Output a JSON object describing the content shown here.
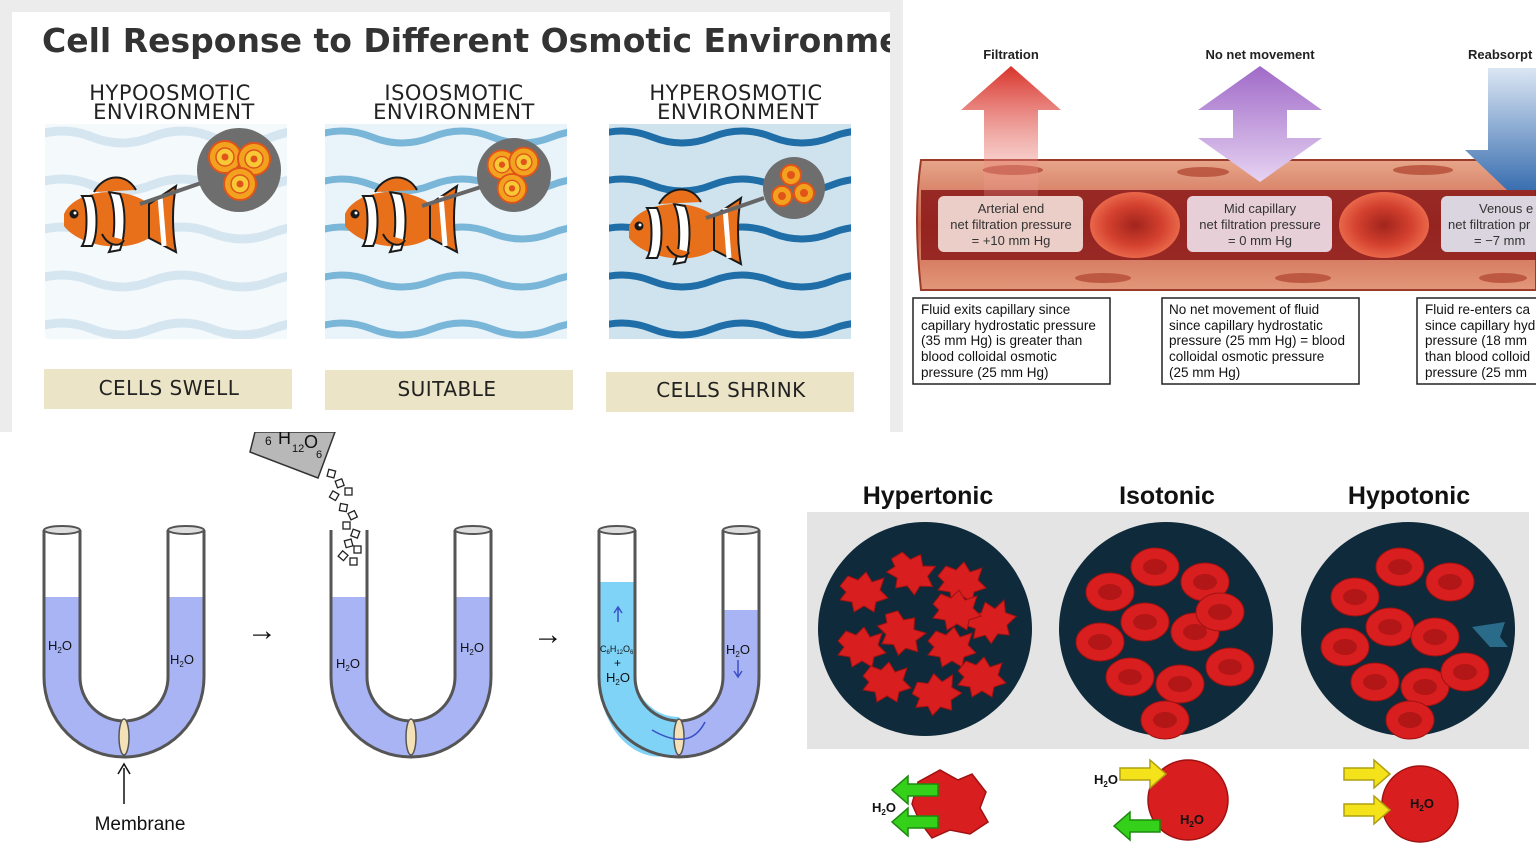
{
  "fish_panel": {
    "title": "Cell Response to Different Osmotic Environments",
    "environments": [
      {
        "line1": "HYPOOSMOTIC",
        "line2": "ENVIRONMENT",
        "result": "CELLS SWELL"
      },
      {
        "line1": "ISOOSMOTIC",
        "line2": "ENVIRONMENT",
        "result": "SUITABLE"
      },
      {
        "line1": "HYPEROSMOTIC",
        "line2": "ENVIRONMENT",
        "result": "CELLS SHRINK"
      }
    ]
  },
  "capillary_panel": {
    "arrows": [
      "Filtration",
      "No net movement",
      "Reabsorpt"
    ],
    "boxes": [
      {
        "l1": "Arterial end",
        "l2": "net filtration pressure",
        "l3": "= +10 mm Hg"
      },
      {
        "l1": "Mid capillary",
        "l2": "net filtration pressure",
        "l3": "= 0 mm Hg"
      },
      {
        "l1": "Venous e",
        "l2": "net filtration pr",
        "l3": "= −7 mm"
      }
    ],
    "notes": [
      [
        "Fluid exits capillary since",
        "capillary hydrostatic pressure",
        "(35 mm Hg) is greater than",
        "blood colloidal osmotic",
        "pressure (25 mm Hg)"
      ],
      [
        "No net movement of fluid",
        "since capillary hydrostatic",
        "pressure (25 mm Hg) = blood",
        "colloidal osmotic pressure",
        "(25 mm Hg)"
      ],
      [
        "Fluid re-enters ca",
        "since capillary hyd",
        "pressure (18 mm",
        "than blood colloid",
        "pressure (25 mm"
      ]
    ]
  },
  "utube_panel": {
    "membrane_label": "Membrane",
    "water": "H",
    "water_sub": "2",
    "water_end": "O",
    "sugar_main": "C",
    "sugar_sub1": "6",
    "sugar_h": "H",
    "sugar_sub2": "12",
    "sugar_o": "O",
    "sugar_sub3": "6",
    "plus": "+",
    "arrow": "→"
  },
  "rbc_panel": {
    "labels": [
      "Hypertonic",
      "Isotonic",
      "Hypotonic"
    ],
    "colors": {
      "cell": "#d81e1e",
      "dish": "#0f2a3a",
      "arrow_out": "#35d11a",
      "arrow_in": "#f4e21a",
      "bg": "#e4e4e4"
    }
  },
  "colors": {
    "water_light": "#cfe3ef",
    "water_mid": "#7ab6d8",
    "water_dark": "#1f6ea8",
    "result_box": "#ebe4c7",
    "filtration": "#d8322a",
    "no_net": "#a06ac8",
    "reabsorb": "#3a6fb0",
    "tube_liquid": "#a9b4f5",
    "tube_liquid_sugar": "#7fd3f7"
  }
}
